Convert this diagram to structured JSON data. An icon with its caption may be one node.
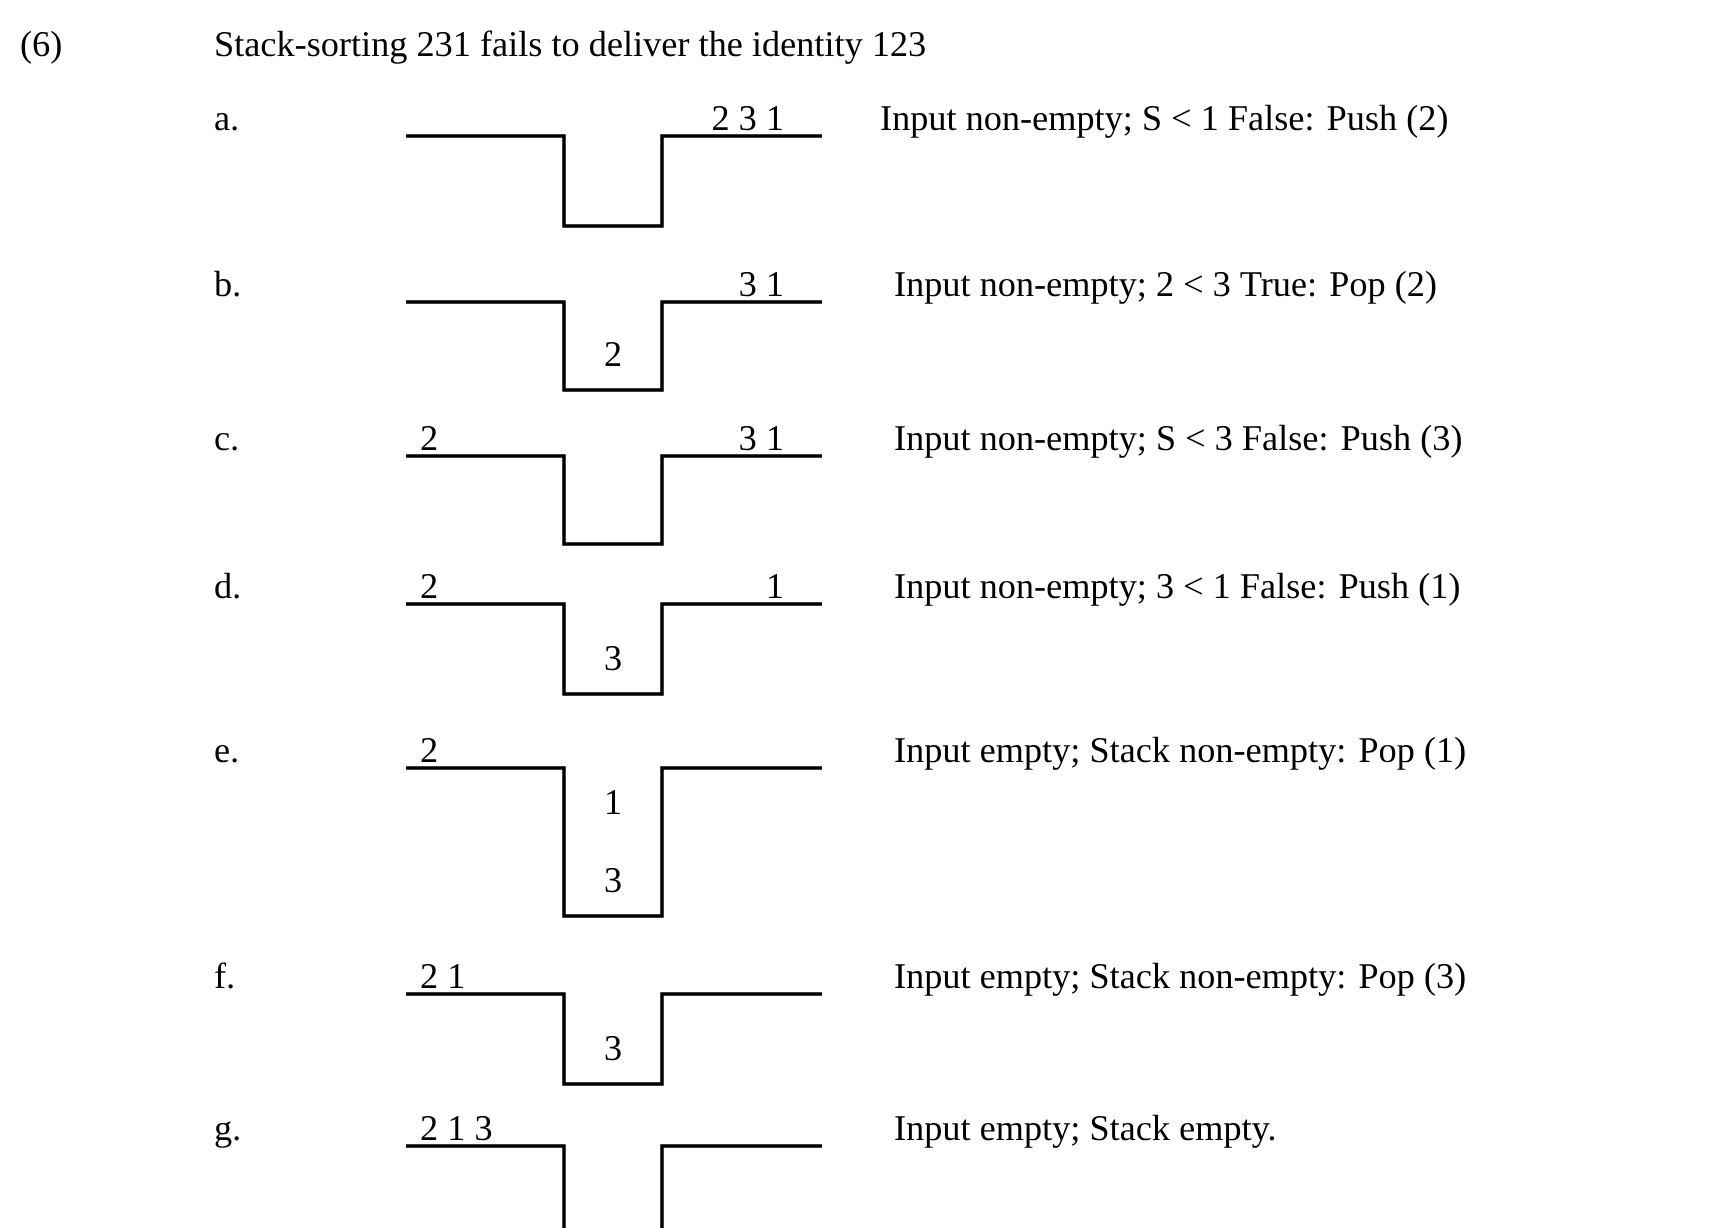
{
  "diagram": {
    "title": "Stack-sorting 231 fails to deliver the identity 123",
    "nodes": [
      {
        "text": [],
        "shape": "box"
      },
      {
        "text": [
          "2"
        ]
      },
      {
        "text": [],
        "shape": "box"
      },
      {
        "text": [
          "3"
        ]
      },
      {
        "text": [
          "1",
          "3"
        ]
      },
      {
        "text": [
          "3"
        ]
      },
      {
        "text": [],
        "shape": "box"
      }
    ],
    "labels": [
      "(6)",
      "a.",
      "2 3 1",
      "Input non-empty; S < 1 False: Push (2)",
      "b.",
      "3 1",
      "Input non-empty; 2 < 3 True: Pop (2)",
      "c.",
      "2",
      "3 1",
      "Input non-empty; S < 3 False: Push (3)",
      "d.",
      "2",
      "1",
      "Input non-empty; 3 < 1 False: Push (1)",
      "e.",
      "2",
      "Input empty; Stack non-empty: Pop (1)",
      "f.",
      "2 1",
      "Input empty; Stack non-empty: Pop (3)",
      "g.",
      "2 1 3",
      "Input empty; Stack empty."
    ]
  }
}
